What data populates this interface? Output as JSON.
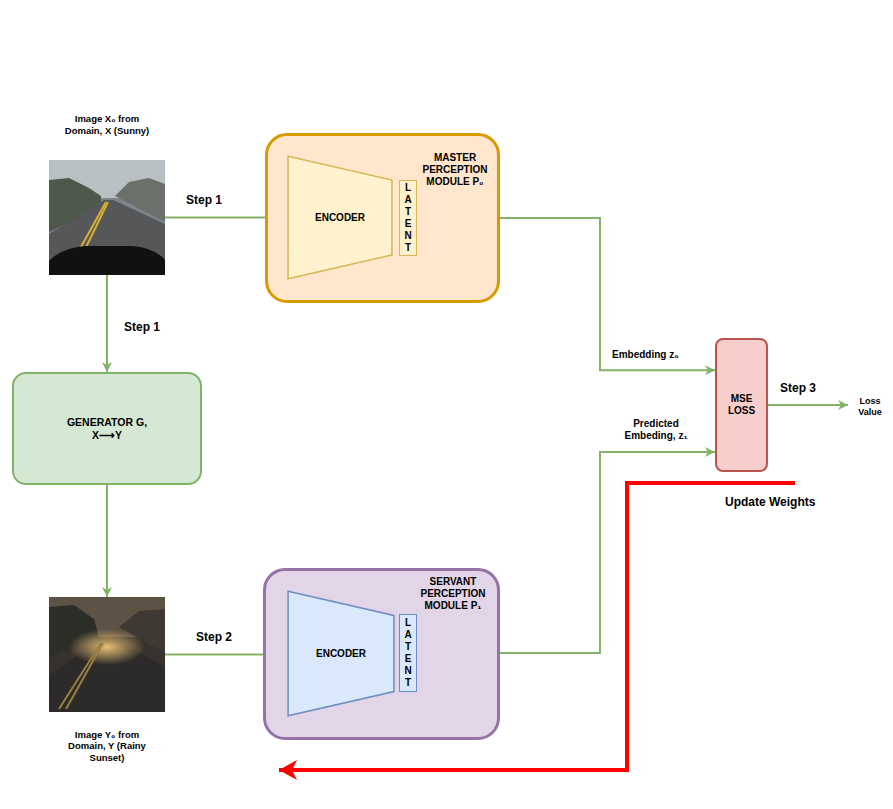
{
  "diagram": {
    "nodes": [
      {
        "text": [
          "Image X₀ from Domain, X (Sunny)"
        ]
      },
      {
        "text": [
          "MASTER PERCEPTION MODULE P₀"
        ]
      },
      {
        "text": [
          "ENCODER"
        ],
        "in": 1
      },
      {
        "text": [
          "LATENT"
        ],
        "in": 1
      },
      {
        "text": [
          "MSE LOSS"
        ]
      },
      {
        "text": [
          "GENERATOR G,",
          "X⟶Y"
        ]
      },
      {
        "text": [
          "Image Y₀ from Domain, Y (Rainy Sunset)"
        ]
      },
      {
        "text": [
          "SERVANT PERCEPTION MODULE P₁"
        ]
      },
      {
        "text": [
          "ENCODER"
        ],
        "in": 7
      },
      {
        "text": [
          "LATENT"
        ],
        "in": 7
      }
    ],
    "edges": [
      {
        "from": 0,
        "to": 2,
        "label": "Step 1",
        "arrow": "to"
      },
      {
        "from": 0,
        "to": 5,
        "label": "Step 1",
        "arrow": "to"
      },
      {
        "from": 5,
        "to": 6,
        "arrow": "to"
      },
      {
        "from": 6,
        "to": 8,
        "label": "Step 2",
        "arrow": "to"
      },
      {
        "from": 3,
        "to": 4,
        "label": "Embedding z₀",
        "arrow": "to"
      },
      {
        "from": 9,
        "to": 4,
        "label": "Predicted Embeding, z₁",
        "arrow": "to"
      }
    ],
    "labels": [
      "Step 3",
      "Loss Value",
      "Update Weights"
    ]
  }
}
